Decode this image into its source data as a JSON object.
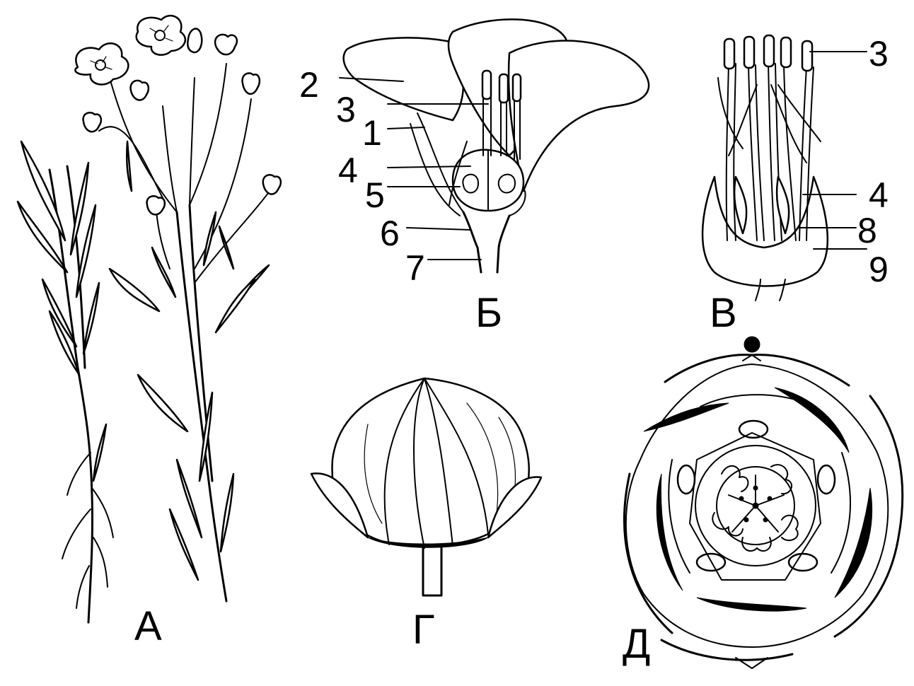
{
  "figure": {
    "panels": [
      {
        "id": "A",
        "letter": "А"
      },
      {
        "id": "B",
        "letter": "Б"
      },
      {
        "id": "V",
        "letter": "В"
      },
      {
        "id": "G",
        "letter": "Г"
      },
      {
        "id": "D",
        "letter": "Д"
      }
    ],
    "callouts_b": [
      "2",
      "3",
      "1",
      "4",
      "5",
      "6",
      "7"
    ],
    "callouts_v": [
      "3",
      "4",
      "8",
      "9"
    ]
  },
  "colors": {
    "ink": "#000000",
    "paper": "#ffffff"
  }
}
